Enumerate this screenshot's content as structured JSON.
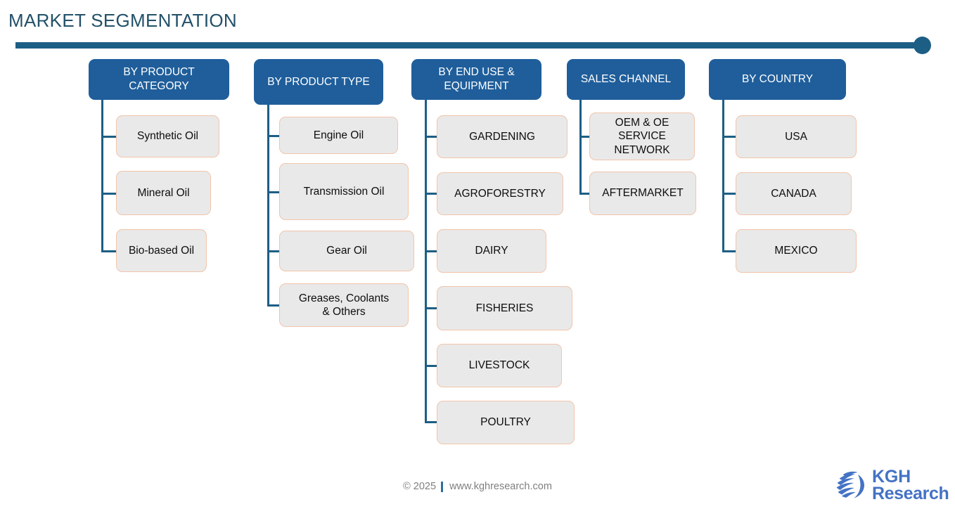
{
  "page_title": "MARKET SEGMENTATION",
  "colors": {
    "title": "#235169",
    "rule": "#1d5e85",
    "header_box": "#1f5e9b",
    "node_fill": "#e9e9e9",
    "node_border": "#f2c5ab",
    "connector": "#1d5e85",
    "footer_text": "#7f7f7f",
    "logo": "#4472c4"
  },
  "columns": [
    {
      "header": "BY PRODUCT\nCATEGORY",
      "items": [
        {
          "label": "Synthetic Oil"
        },
        {
          "label": "Mineral Oil"
        },
        {
          "label": "Bio-based Oil"
        }
      ]
    },
    {
      "header": "BY PRODUCT TYPE",
      "items": [
        {
          "label": "Engine Oil"
        },
        {
          "label": "Transmission Oil"
        },
        {
          "label": "Gear Oil"
        },
        {
          "label": "Greases, Coolants\n& Others"
        }
      ]
    },
    {
      "header": "BY END USE &\nEQUIPMENT",
      "items": [
        {
          "label": "GARDENING"
        },
        {
          "label": "AGROFORESTRY"
        },
        {
          "label": "DAIRY"
        },
        {
          "label": "FISHERIES"
        },
        {
          "label": "LIVESTOCK"
        },
        {
          "label": "POULTRY"
        }
      ]
    },
    {
      "header": "SALES CHANNEL",
      "items": [
        {
          "label": "OEM & OE\nSERVICE\nNETWORK"
        },
        {
          "label": "AFTERMARKET"
        }
      ]
    },
    {
      "header": "BY  COUNTRY",
      "items": [
        {
          "label": "USA"
        },
        {
          "label": "CANADA"
        },
        {
          "label": "MEXICO"
        }
      ]
    }
  ],
  "footer": {
    "copyright": "© 2025",
    "url": "www.kghresearch.com"
  },
  "logo": {
    "line1": "KGH",
    "line2": "Research",
    "mark": "globe-swoosh-icon"
  }
}
